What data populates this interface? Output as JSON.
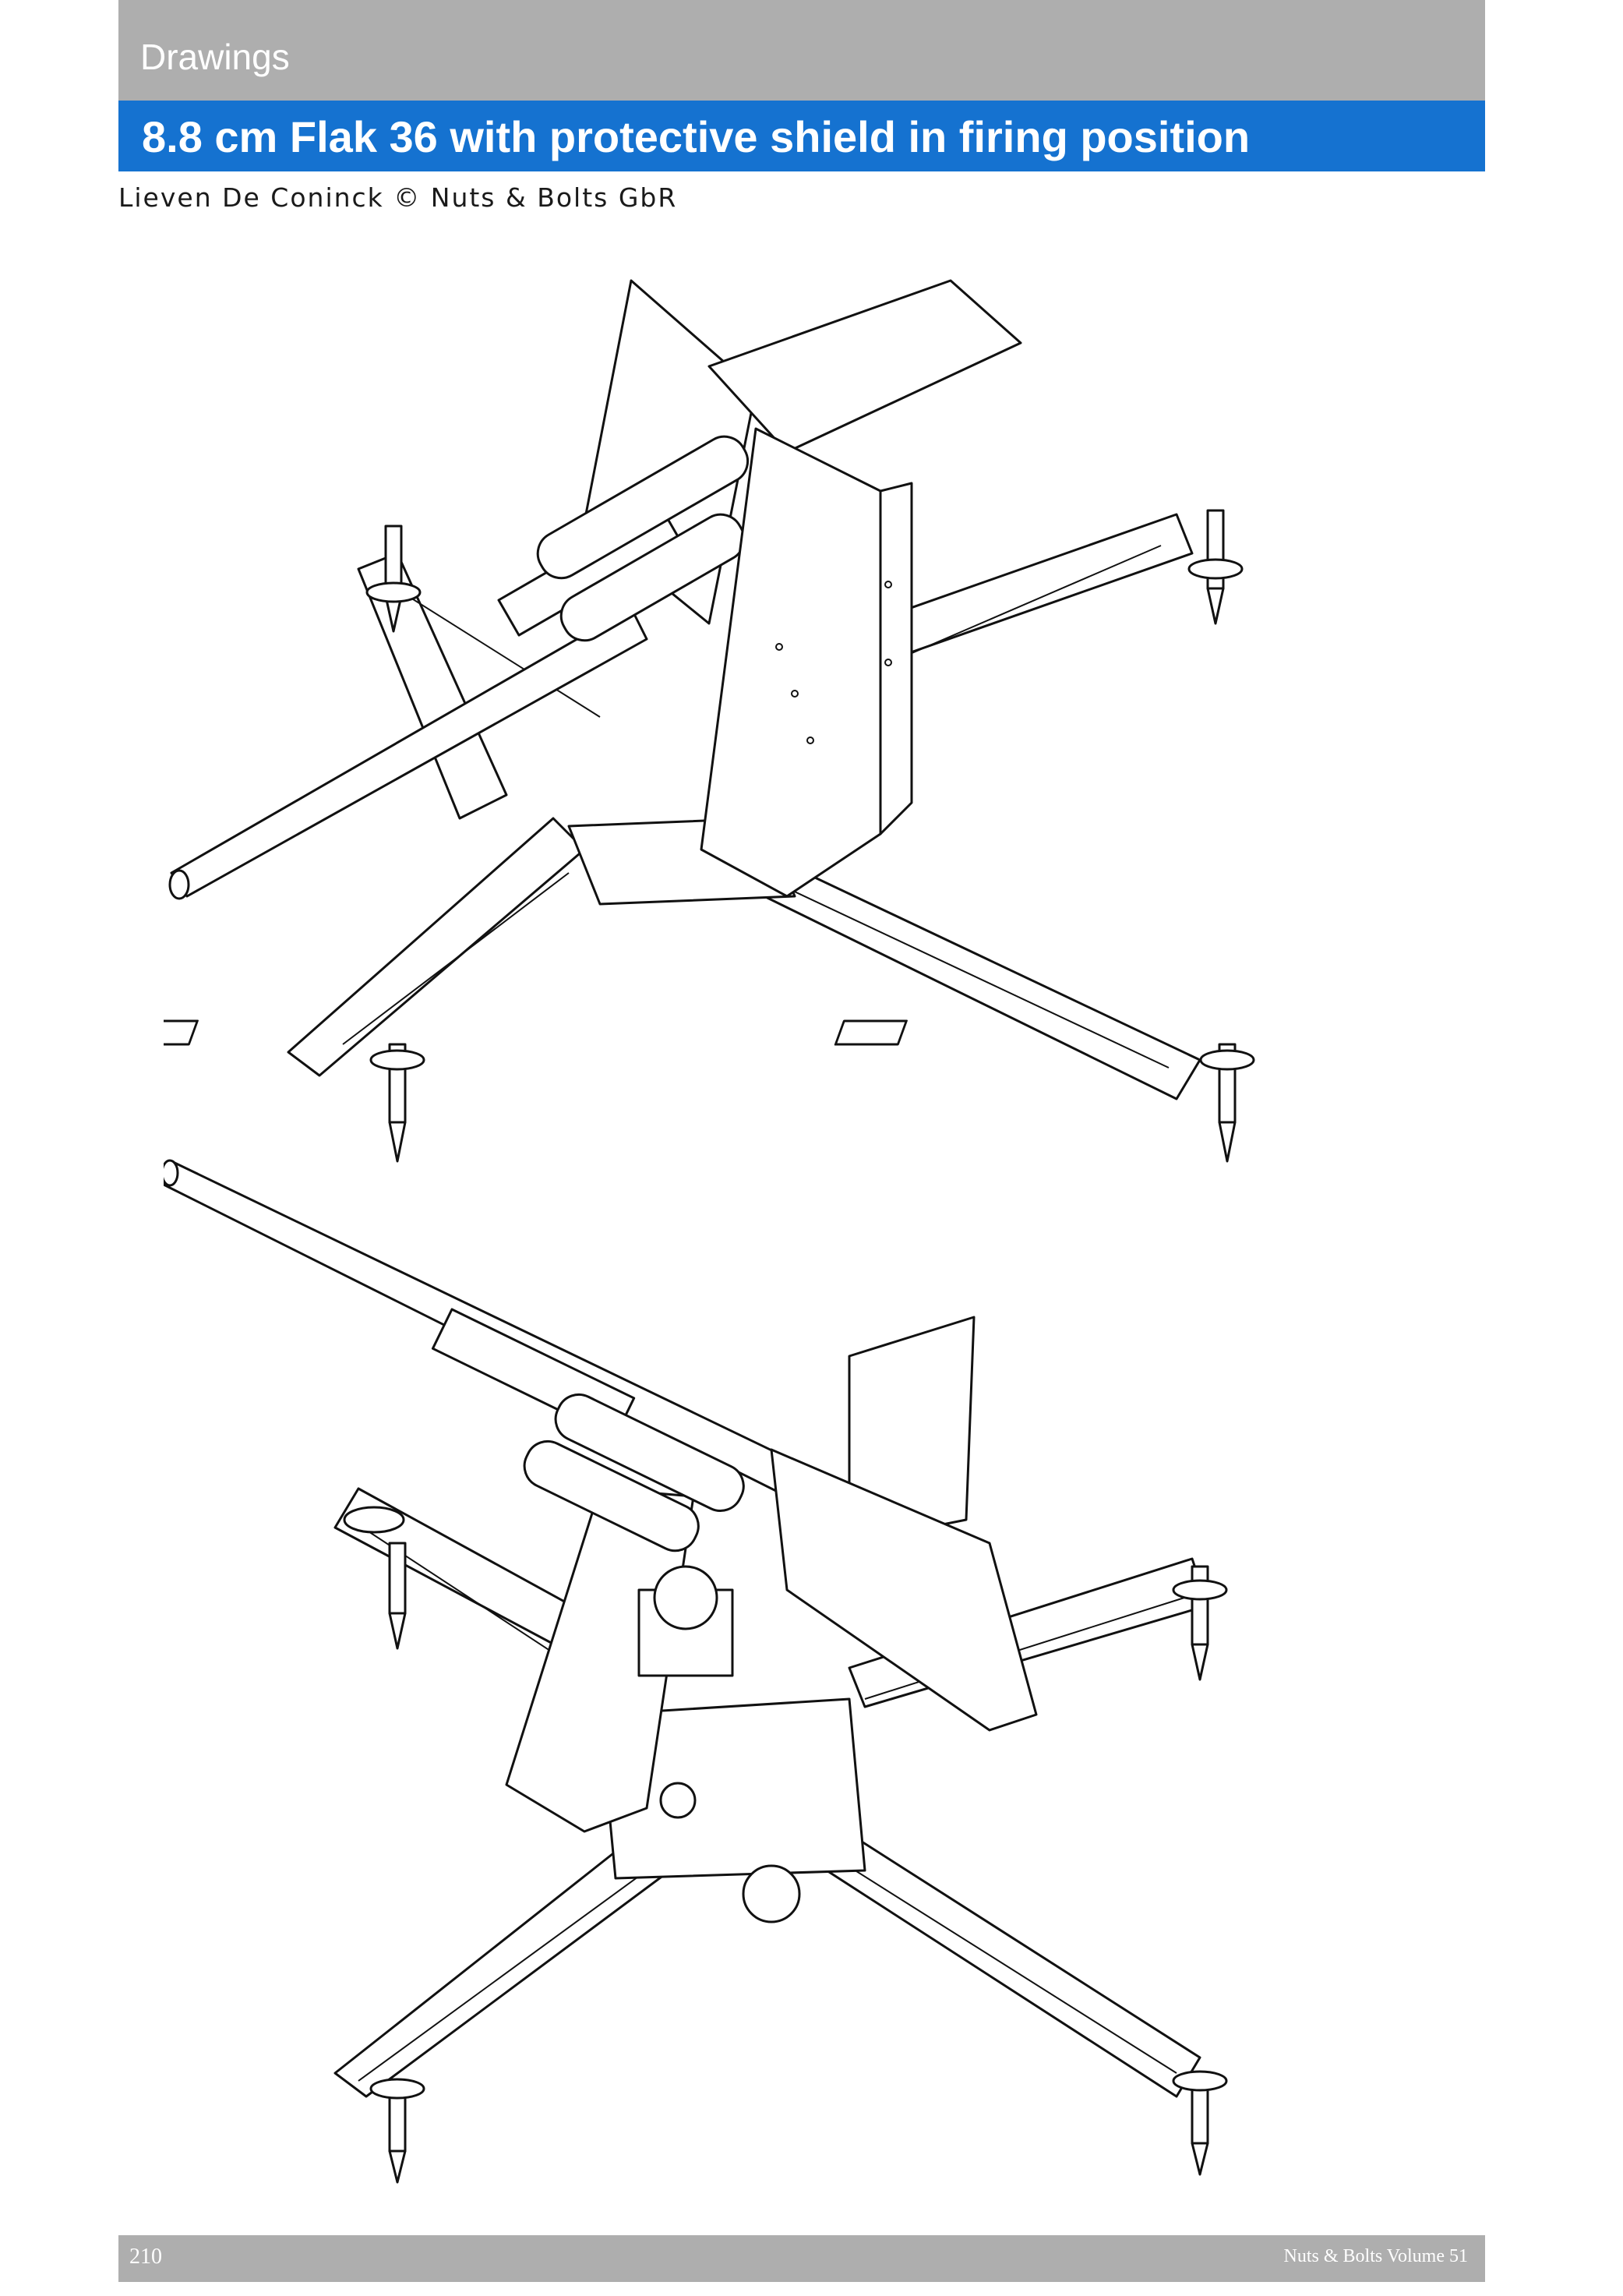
{
  "header": {
    "section": "Drawings",
    "title": "8.8 cm Flak 36 with protective shield in firing position",
    "credit": "Lieven De Coninck © Nuts & Bolts GbR"
  },
  "footer": {
    "page_number": "210",
    "volume": "Nuts & Bolts Volume 51"
  },
  "figures": [
    {
      "icon": "flak-36-gun-barrel-left-view-drawing"
    },
    {
      "icon": "flak-36-gun-barrel-raised-view-drawing"
    }
  ],
  "colors": {
    "section_bar": "#aeaeae",
    "title_bar": "#1572d0",
    "footer_bar": "#aeaeae"
  }
}
